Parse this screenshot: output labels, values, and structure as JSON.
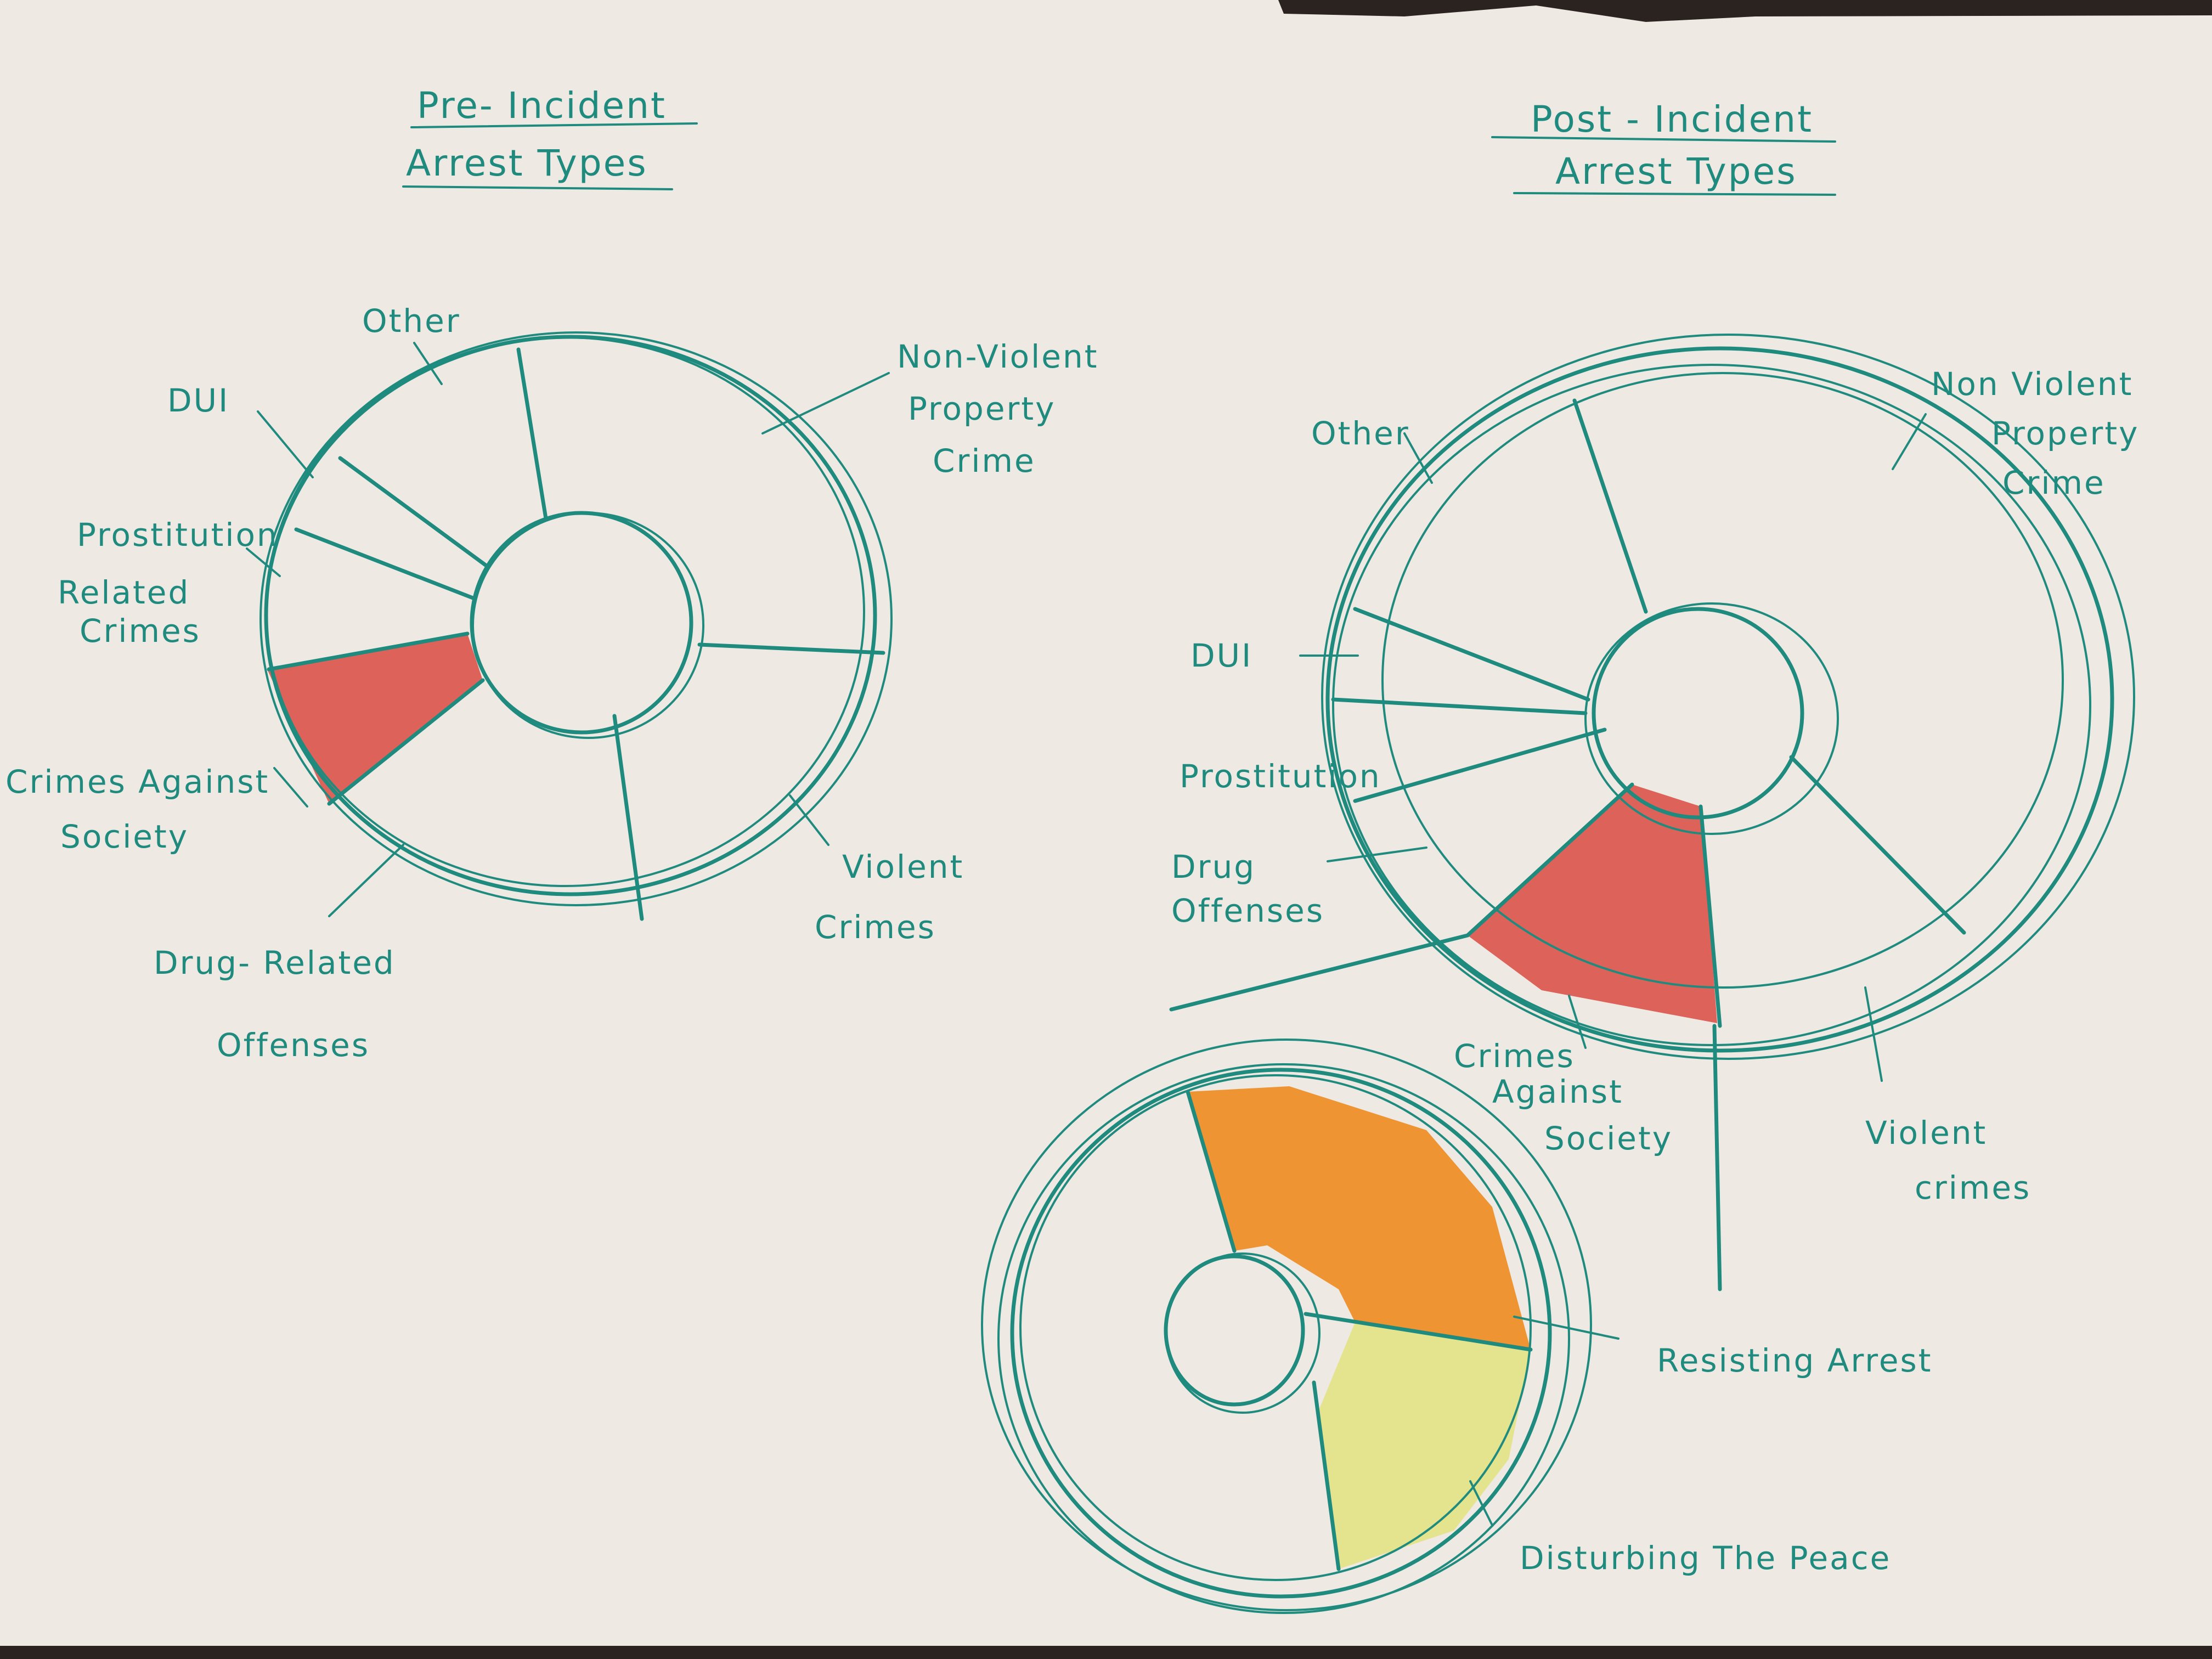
{
  "colors": {
    "ink": "#1f8a7e",
    "paper": "#efe9e3",
    "red_fill": "#d9534a",
    "orange_fill": "#ee8c24",
    "yellow_fill": "#e3e48a"
  },
  "pre_incident": {
    "title_line1": "Pre- Incident",
    "title_line2": "Arrest Types",
    "labels": {
      "other": "Other",
      "dui": "DUI",
      "prostitution_1": "Prostitution",
      "prostitution_2": "Related",
      "prostitution_3": "Crimes",
      "against_1": "Crimes Against",
      "against_2": "Society",
      "drug_1": "Drug- Related",
      "drug_2": "Offenses",
      "violent_1": "Violent",
      "violent_2": "Crimes",
      "nonviolent_1": "Non-Violent",
      "nonviolent_2": "Property",
      "nonviolent_3": "Crime"
    },
    "highlighted_segment": "crimes-against-society"
  },
  "post_incident": {
    "title_line1": "Post - Incident",
    "title_line2": "Arrest Types",
    "labels": {
      "nonviolent_1": "Non Violent",
      "nonviolent_2": "Property",
      "nonviolent_3": "Crime",
      "other": "Other",
      "dui": "DUI",
      "prostitution": "Prostitution",
      "drug_1": "Drug",
      "drug_2": "Offenses",
      "against_1": "Crimes",
      "against_2": "Against",
      "against_3": "Society",
      "violent_1": "Violent",
      "violent_2": "crimes"
    },
    "highlighted_segment": "crimes-against-society"
  },
  "breakdown": {
    "labels": {
      "resisting": "Resisting Arrest",
      "disturbing": "Disturbing The Peace"
    }
  }
}
